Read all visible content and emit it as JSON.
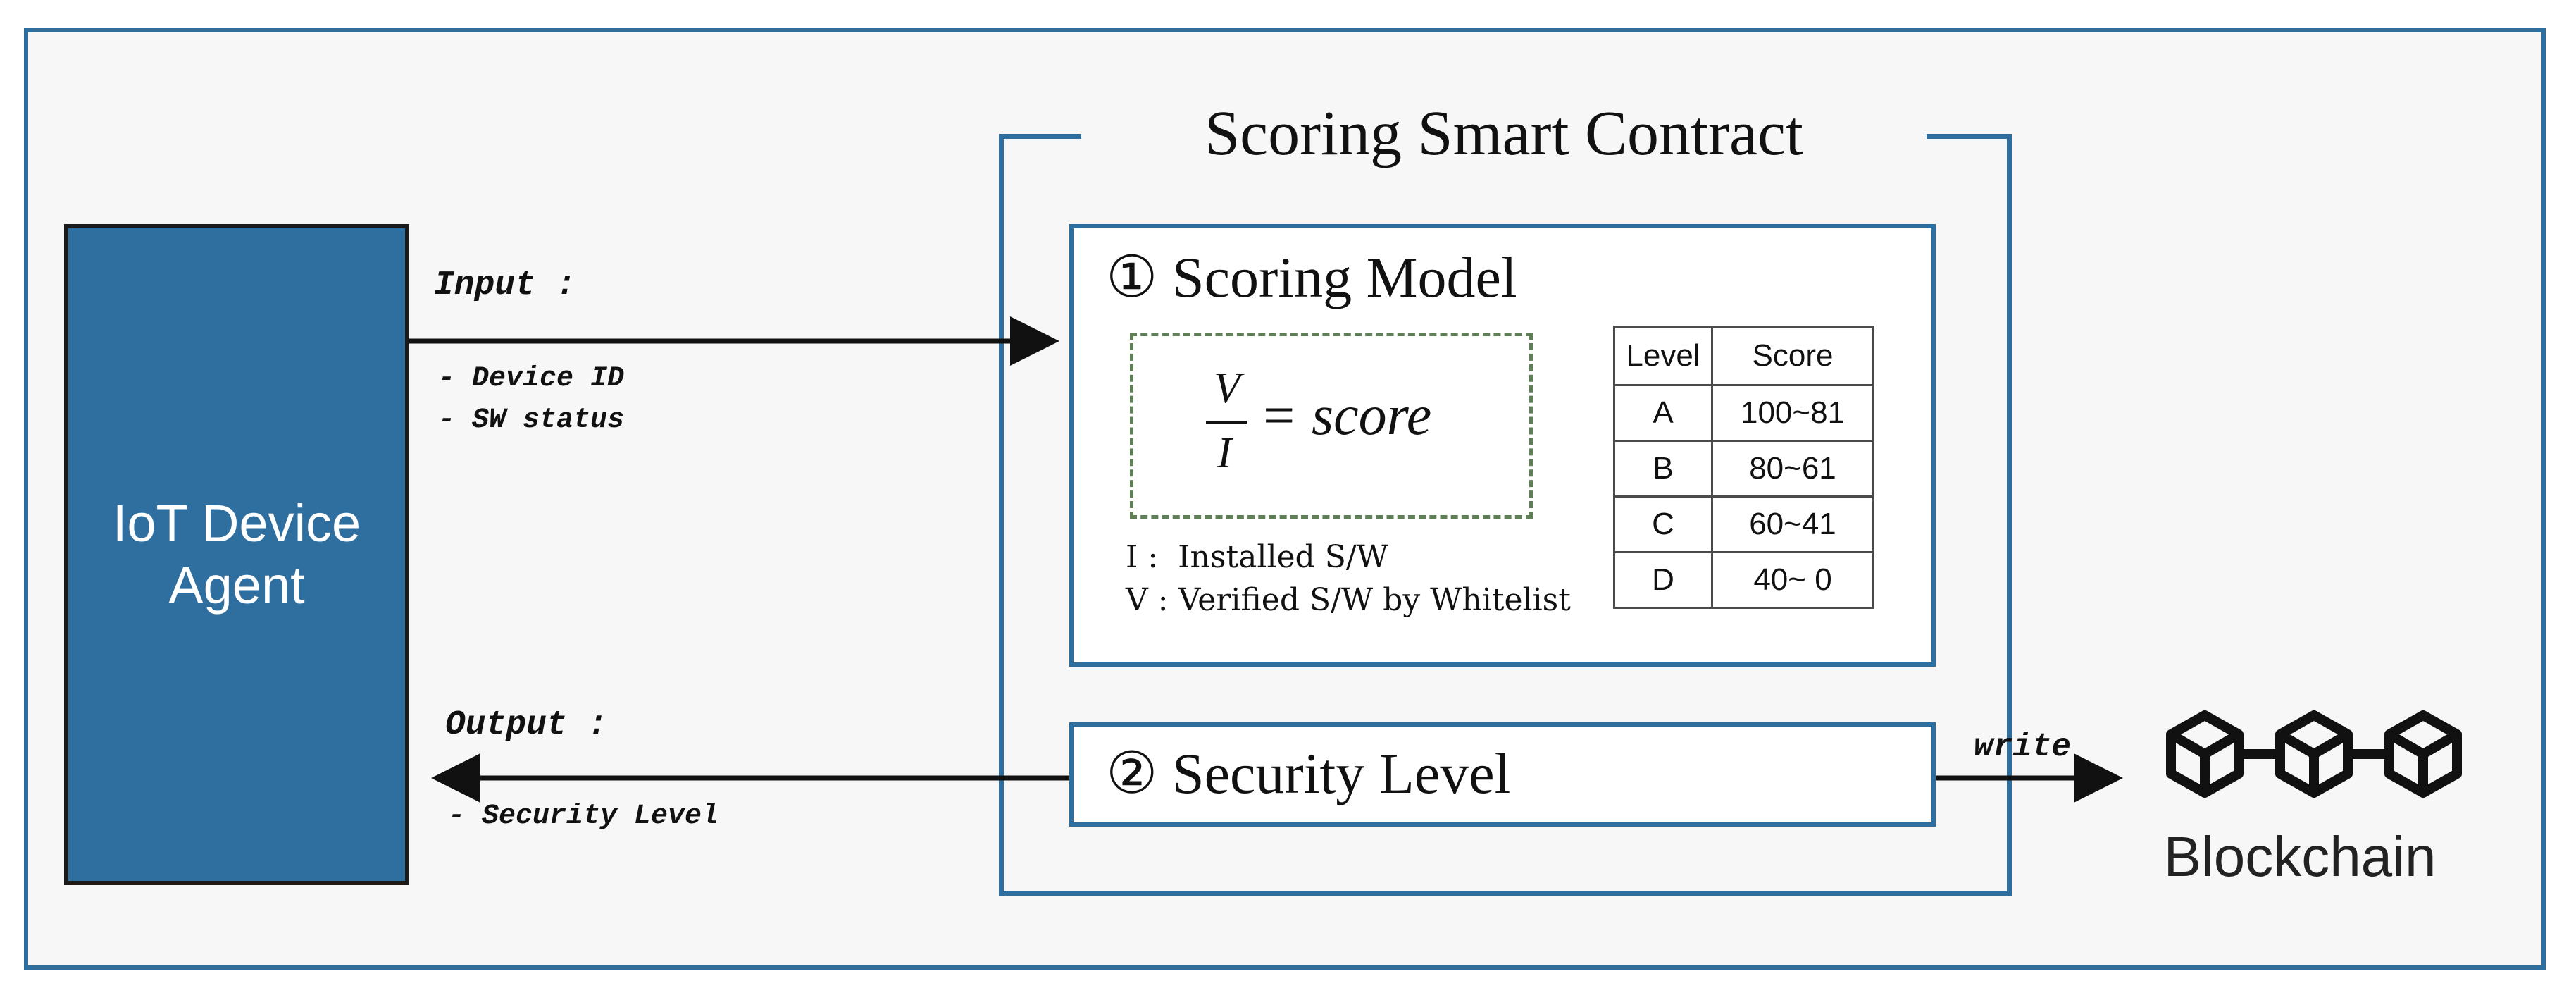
{
  "agent": {
    "label": "IoT Device\nAgent"
  },
  "input": {
    "heading": "Input :",
    "items": [
      "- Device ID",
      "- SW status"
    ]
  },
  "output": {
    "heading": "Output :",
    "items": [
      "- Security Level"
    ]
  },
  "contract": {
    "title": "Scoring Smart Contract"
  },
  "model": {
    "title": "① Scoring Model",
    "formula": {
      "numerator": "V",
      "denominator": "I",
      "rhs": "= score"
    },
    "legend": [
      "I :  Installed S/W",
      "V : Verified S/W by Whitelist"
    ],
    "table": {
      "headers": [
        "Level",
        "Score"
      ],
      "rows": [
        [
          "A",
          "100~81"
        ],
        [
          "B",
          "80~61"
        ],
        [
          "C",
          "60~41"
        ],
        [
          "D",
          "40~ 0"
        ]
      ]
    }
  },
  "security": {
    "title": "② Security Level"
  },
  "write_label": "write",
  "blockchain": {
    "label": "Blockchain",
    "icon": "blockchain-cubes-icon"
  },
  "colors": {
    "accent": "#2e6e9e",
    "agent_fill": "#2f6fa0",
    "dashed": "#5f7f56"
  }
}
